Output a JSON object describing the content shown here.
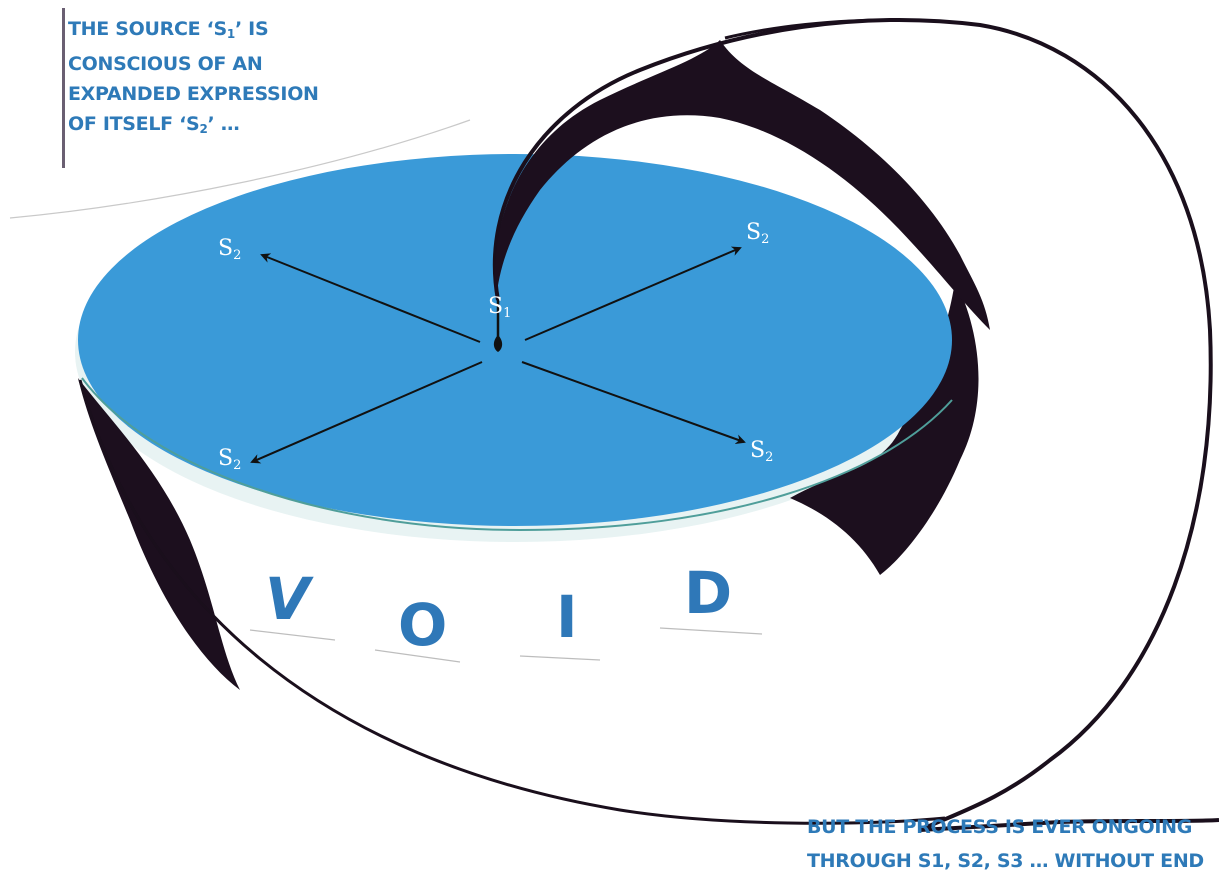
{
  "captions": {
    "top_lines": [
      {
        "pre": "THE SOURCE ‘S",
        "sub": "1",
        "post": "’ IS"
      },
      {
        "pre": "CONSCIOUS OF AN",
        "sub": "",
        "post": ""
      },
      {
        "pre": "EXPANDED EXPRESSION",
        "sub": "",
        "post": ""
      },
      {
        "pre": "OF ITSELF ‘S",
        "sub": "2",
        "post": "’ …"
      }
    ],
    "bottom_line1": "BUT THE PROCESS IS EVER ONGOING",
    "bottom_line2": "THROUGH S1, S2, S3 … WITHOUT END"
  },
  "nodes": {
    "source": {
      "letter": "S",
      "sub": "1"
    },
    "expansion": {
      "letter": "S",
      "sub": "2"
    }
  },
  "void_letters": [
    "V",
    "O",
    "I",
    "D"
  ],
  "colors": {
    "disc": "#3a9ad8",
    "disc_edge": "#2b7fb5",
    "text_blue": "#2e7ab8",
    "ink": "#1a0f1c"
  }
}
